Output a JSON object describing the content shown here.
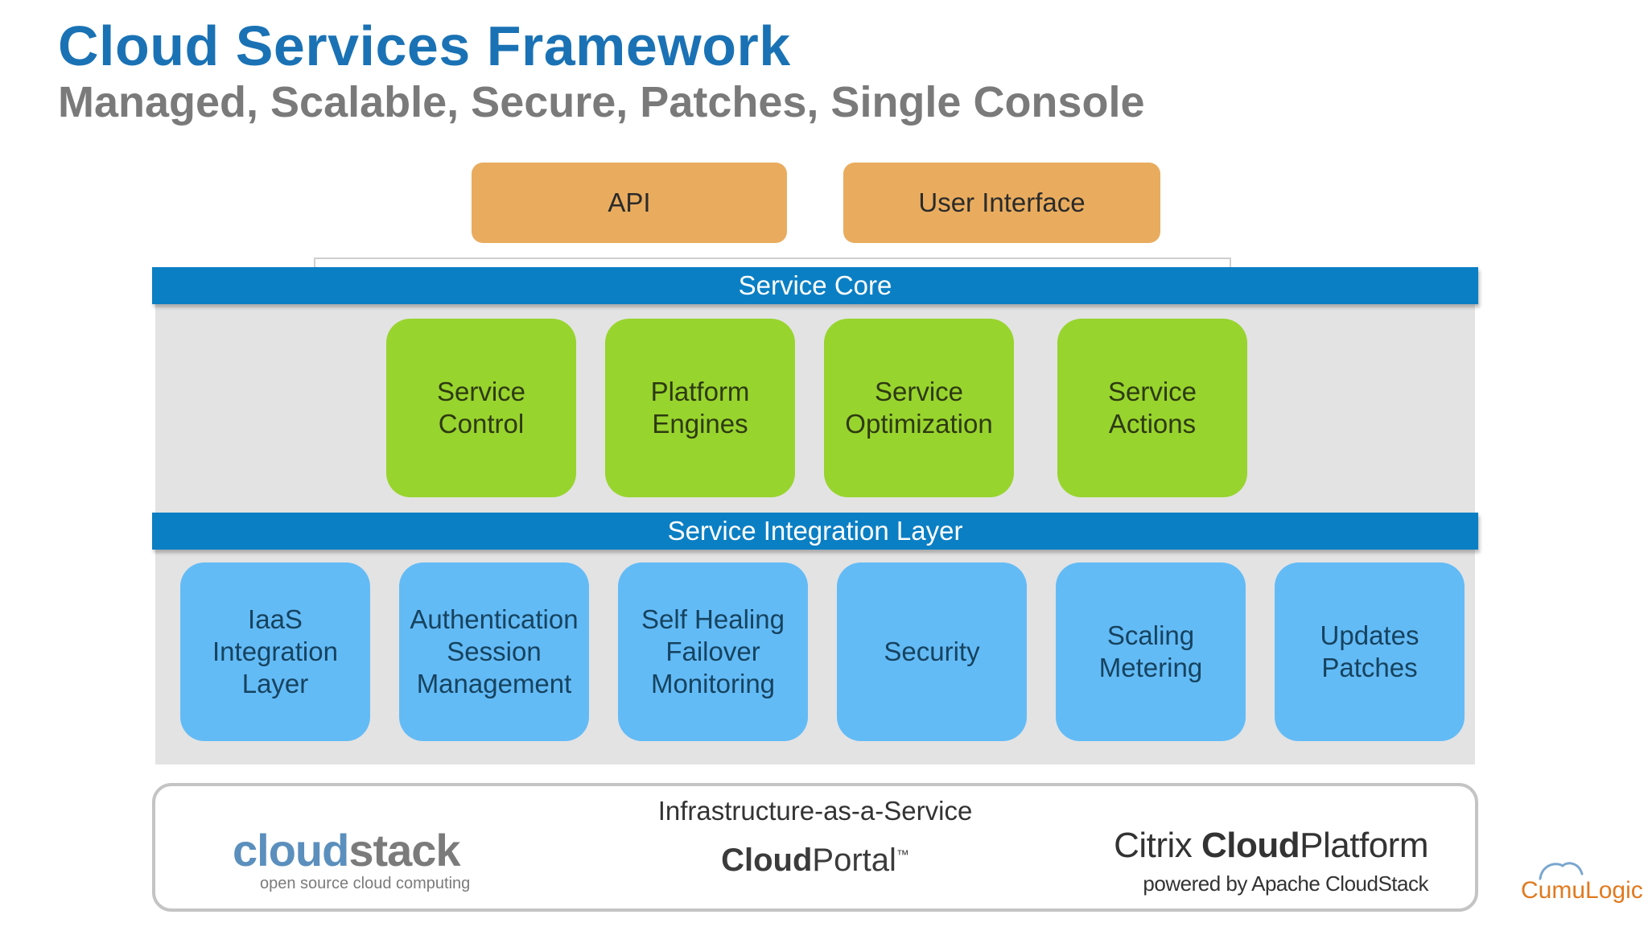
{
  "header": {
    "title": "Cloud Services Framework",
    "subtitle": "Managed, Scalable, Secure, Patches, Single Console"
  },
  "top_layer": {
    "api": "API",
    "user_interface": "User Interface"
  },
  "service_core": {
    "label": "Service Core",
    "components": [
      {
        "line1": "Service",
        "line2": "Control"
      },
      {
        "line1": "Platform",
        "line2": "Engines"
      },
      {
        "line1": "Service",
        "line2": "Optimization"
      },
      {
        "line1": "Service",
        "line2": "Actions"
      }
    ]
  },
  "integration": {
    "label": "Service Integration Layer",
    "components": [
      {
        "lines": [
          "IaaS",
          "Integration",
          "Layer"
        ]
      },
      {
        "lines": [
          "Authentication",
          "Session",
          "Management"
        ]
      },
      {
        "lines": [
          "Self Healing",
          "Failover",
          "Monitoring"
        ]
      },
      {
        "lines": [
          "Security"
        ]
      },
      {
        "lines": [
          "Scaling",
          "Metering"
        ]
      },
      {
        "lines": [
          "Updates",
          "Patches"
        ]
      }
    ]
  },
  "infrastructure": {
    "label": "Infrastructure-as-a-Service",
    "cloudstack": {
      "part1": "cloud",
      "part2": "stack",
      "tagline": "open source cloud computing"
    },
    "cloudportal": {
      "part1": "Cloud",
      "part2": "Portal",
      "mark": "™"
    },
    "citrix": {
      "part1": "Citrix ",
      "part2": "Cloud",
      "part3": "Platform",
      "tagline": "powered by Apache CloudStack"
    }
  },
  "branding": {
    "cumulogic": "CumuLogic"
  },
  "colors": {
    "title": "#1a72b5",
    "orange": "#e9ac5e",
    "core_bar": "#0b7fc4",
    "green": "#98d42e",
    "light_blue": "#63bbf6"
  }
}
